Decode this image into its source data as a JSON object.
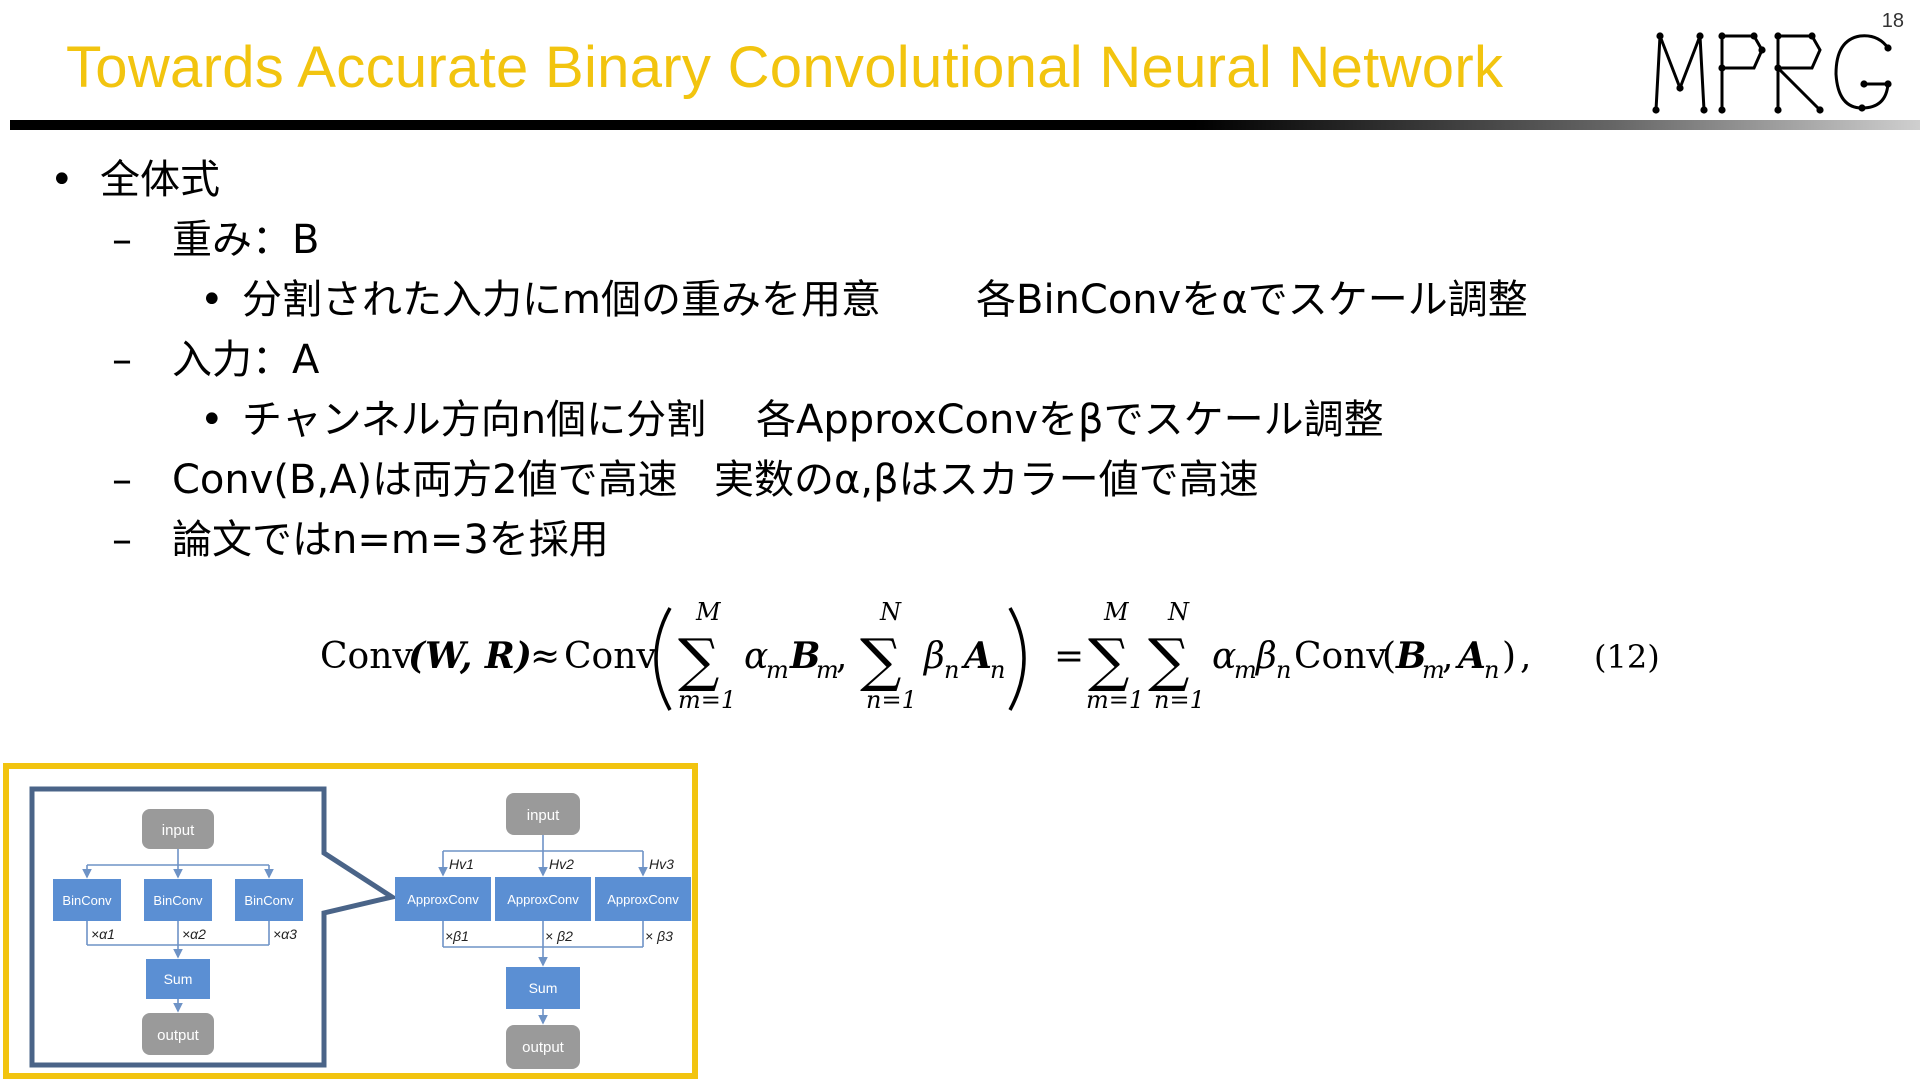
{
  "header": {
    "title": "Towards Accurate Binary Convolutional Neural Network",
    "page_number": "18",
    "logo_text": "MPRG"
  },
  "bullets": {
    "b1": "全体式",
    "b1_1": "重み：B",
    "b1_1_1": "分割された入力にm個の重みを用意",
    "b1_1_1b": "各BinConvをαでスケール調整",
    "b1_2": "入力：A",
    "b1_2_1": "チャンネル方向n個に分割",
    "b1_2_1b": "各ApproxConvをβでスケール調整",
    "b1_3": "Conv(B,A)は両方2値で高速",
    "b1_3b": "実数のα,βはスカラー値で高速",
    "b1_4": "論文ではn=m=3を採用"
  },
  "equation": {
    "lhs_op": "Conv",
    "lhs_args": "(W, R)",
    "approx": "≈",
    "conv": "Conv",
    "sum_upper_m": "M",
    "sum_lower_m": "m=1",
    "sum_upper_n": "N",
    "sum_lower_n": "n=1",
    "term1": "α",
    "term1_sub": "m",
    "term1_b": "B",
    "term2": "β",
    "term2_sub": "n",
    "term2_a": "A",
    "equals": "=",
    "rhs_conv": "Conv",
    "number": "(12)"
  },
  "figure": {
    "left": {
      "input": "input",
      "nodes": [
        "BinConv",
        "BinConv",
        "BinConv"
      ],
      "scales": [
        "×α1",
        "×α2",
        "×α3"
      ],
      "sum": "Sum",
      "output": "output"
    },
    "right": {
      "input": "input",
      "h_labels": [
        "Hv1",
        "Hv2",
        "Hv3"
      ],
      "nodes": [
        "ApproxConv",
        "ApproxConv",
        "ApproxConv"
      ],
      "scales": [
        "×β1",
        "× β2",
        "× β3"
      ],
      "sum": "Sum",
      "output": "output"
    },
    "colors": {
      "frame": "#F2C40F",
      "panel_border": "#4A6488",
      "blue_box": "#5B8FD3",
      "gray_box": "#9A9A9A",
      "arrow": "#6E93C6"
    }
  }
}
